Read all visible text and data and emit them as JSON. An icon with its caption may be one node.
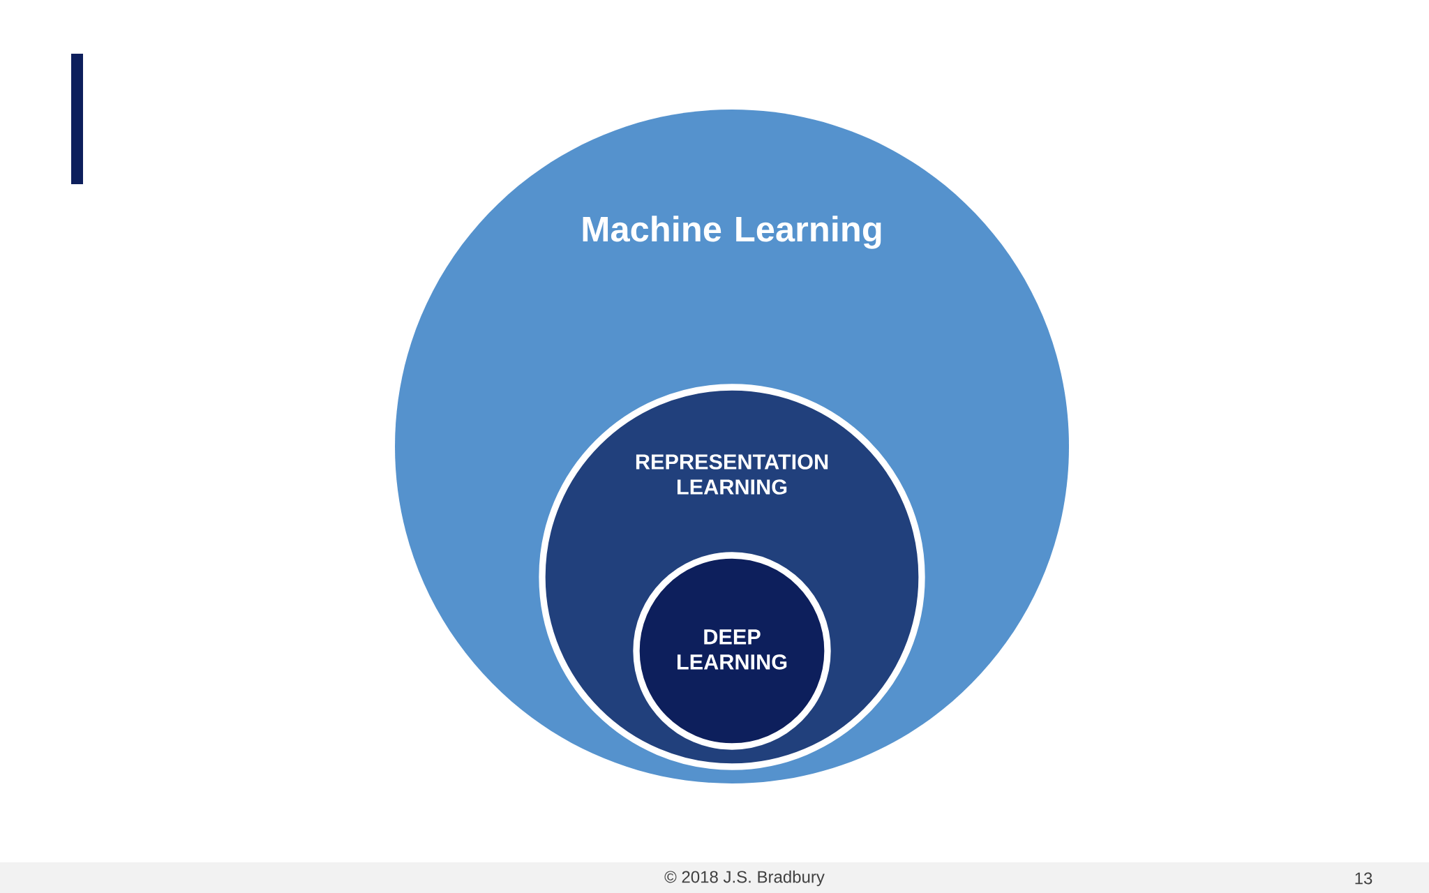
{
  "diagram": {
    "nodes": [
      {
        "text": [
          "Machine Learning"
        ]
      },
      {
        "text": [
          "REPRESENTATION LEARNING"
        ],
        "in": 0
      },
      {
        "text": [
          "DEEP LEARNING"
        ],
        "in": 1
      }
    ],
    "labels": [
      "© 2018 J.S. Bradbury",
      "13"
    ]
  }
}
